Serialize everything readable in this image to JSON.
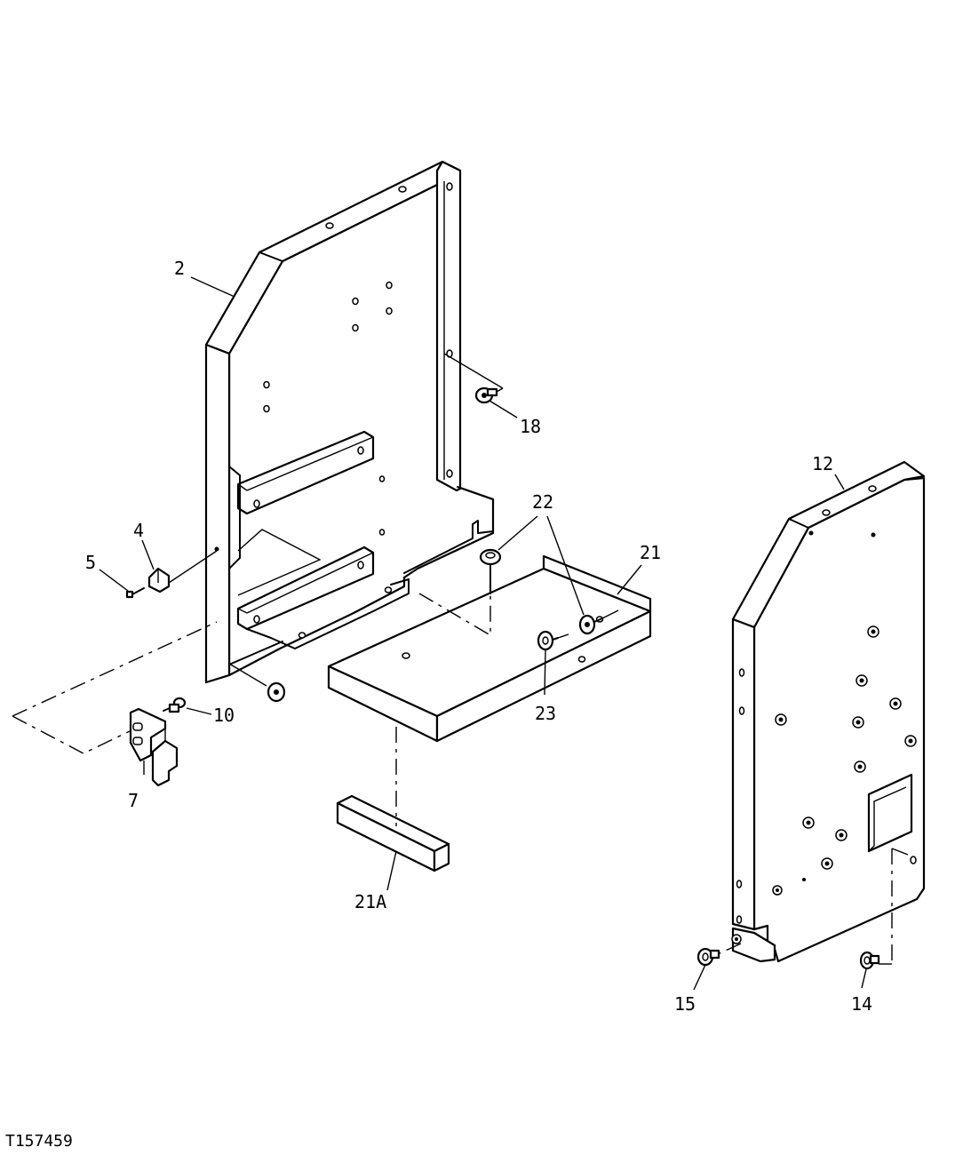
{
  "callouts": {
    "c2": "2",
    "c4": "4",
    "c5": "5",
    "c7": "7",
    "c10": "10",
    "c12": "12",
    "c14": "14",
    "c15": "15",
    "c18": "18",
    "c21": "21",
    "c21a": "21A",
    "c22": "22",
    "c23": "23"
  },
  "figure_id": "T157459"
}
